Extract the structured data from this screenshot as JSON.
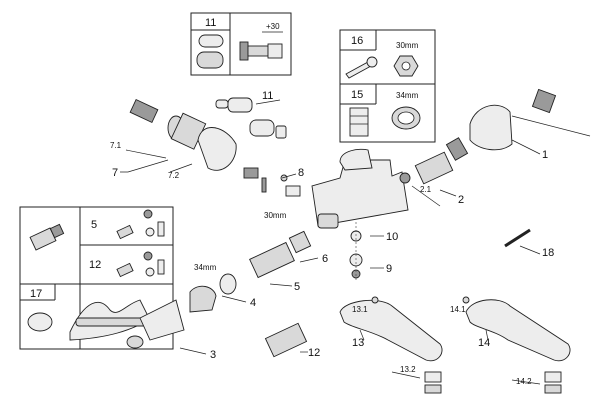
{
  "callouts": {
    "c1": "1",
    "c2": "2",
    "c2_1": "2.1",
    "c3": "3",
    "c4": "4",
    "c5": "5",
    "c6": "6",
    "c7": "7",
    "c7_1": "7.1",
    "c7_2": "7.2",
    "c8": "8",
    "c9": "9",
    "c10": "10",
    "c11": "11",
    "c12": "12",
    "c13": "13",
    "c13_1": "13.1",
    "c13_2": "13.2",
    "c14": "14",
    "c14_1": "14.1",
    "c14_2": "14.2",
    "c18": "18"
  },
  "box_top_center": {
    "label": "11",
    "dim": "+30"
  },
  "box_top_right": {
    "label_a": "16",
    "dim_a": "30mm",
    "label_b": "15",
    "dim_b": "34mm"
  },
  "box_left": {
    "label_a": "5",
    "label_b": "12",
    "label_c": "17"
  },
  "dims": {
    "d30": "30mm",
    "d34": "34mm"
  }
}
